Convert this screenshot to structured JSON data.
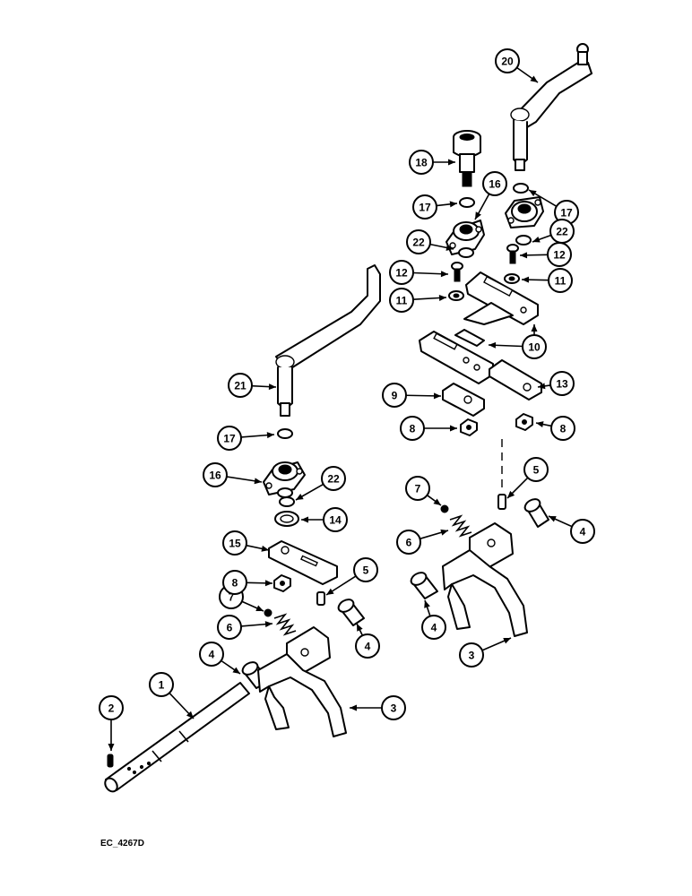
{
  "figure": {
    "reference_code": "EC_4267D"
  },
  "callouts": [
    {
      "key": "c1",
      "label": "1"
    },
    {
      "key": "c2",
      "label": "2"
    },
    {
      "key": "c3a",
      "label": "3"
    },
    {
      "key": "c3b",
      "label": "3"
    },
    {
      "key": "c4a",
      "label": "4"
    },
    {
      "key": "c4b",
      "label": "4"
    },
    {
      "key": "c4c",
      "label": "4"
    },
    {
      "key": "c4d",
      "label": "4"
    },
    {
      "key": "c5a",
      "label": "5"
    },
    {
      "key": "c5b",
      "label": "5"
    },
    {
      "key": "c6a",
      "label": "6"
    },
    {
      "key": "c6b",
      "label": "6"
    },
    {
      "key": "c7a",
      "label": "7"
    },
    {
      "key": "c7b",
      "label": "7"
    },
    {
      "key": "c8a",
      "label": "8"
    },
    {
      "key": "c8b",
      "label": "8"
    },
    {
      "key": "c8c",
      "label": "8"
    },
    {
      "key": "c9",
      "label": "9"
    },
    {
      "key": "c10",
      "label": "10"
    },
    {
      "key": "c11a",
      "label": "11"
    },
    {
      "key": "c11b",
      "label": "11"
    },
    {
      "key": "c12a",
      "label": "12"
    },
    {
      "key": "c12b",
      "label": "12"
    },
    {
      "key": "c13",
      "label": "13"
    },
    {
      "key": "c14",
      "label": "14"
    },
    {
      "key": "c15",
      "label": "15"
    },
    {
      "key": "c16a",
      "label": "16"
    },
    {
      "key": "c16b",
      "label": "16"
    },
    {
      "key": "c17a",
      "label": "17"
    },
    {
      "key": "c17b",
      "label": "17"
    },
    {
      "key": "c17c",
      "label": "17"
    },
    {
      "key": "c18",
      "label": "18"
    },
    {
      "key": "c20",
      "label": "20"
    },
    {
      "key": "c21",
      "label": "21"
    },
    {
      "key": "c22a",
      "label": "22"
    },
    {
      "key": "c22b",
      "label": "22"
    },
    {
      "key": "c22c",
      "label": "22"
    }
  ]
}
